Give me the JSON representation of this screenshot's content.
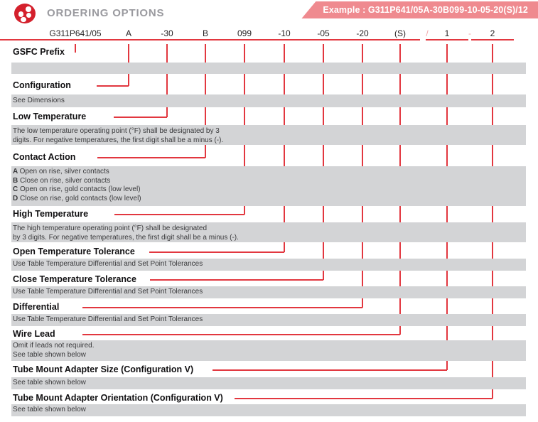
{
  "header": {
    "title": "ORDERING OPTIONS",
    "logo_icon": "four-dot-circle-logo",
    "banner_label": "Example : G311P641/05A-30B099-10-05-20(S)/12"
  },
  "code_row": {
    "segments": [
      {
        "text": "G311P641/05",
        "underlined": true
      },
      {
        "text": "A",
        "underlined": true
      },
      {
        "text": "-30",
        "underlined": true
      },
      {
        "text": "B",
        "underlined": true
      },
      {
        "text": "099",
        "underlined": true
      },
      {
        "text": "-10",
        "underlined": true
      },
      {
        "text": "-05",
        "underlined": true
      },
      {
        "text": "-20",
        "underlined": true
      },
      {
        "text": "(S)",
        "underlined": true
      },
      {
        "text": "/",
        "underlined": false
      },
      {
        "text": "1",
        "underlined": true
      },
      {
        "text": "-",
        "underlined": false
      },
      {
        "text": "2",
        "underlined": true
      }
    ]
  },
  "sections": [
    {
      "label": "GSFC Prefix",
      "description": ""
    },
    {
      "label": "Configuration",
      "description": "See Dimensions"
    },
    {
      "label": "Low Temperature",
      "description": "The low temperature operating point (°F) shall be designated by 3\ndigits. For negative temperatures, the first digit shall be a minus (-)."
    },
    {
      "label": "Contact Action",
      "options": [
        {
          "code": "A",
          "text": "Open on rise, silver contacts"
        },
        {
          "code": "B",
          "text": "Close on rise, silver contacts"
        },
        {
          "code": "C",
          "text": "Open on rise, gold contacts (low level)"
        },
        {
          "code": "D",
          "text": "Close on rise, gold contacts (low level)"
        }
      ]
    },
    {
      "label": "High Temperature",
      "description": "The high temperature operating point (°F) shall be designated\nby 3 digits. For negative temperatures, the first digit shall be a minus (-)."
    },
    {
      "label": "Open Temperature Tolerance",
      "description": "Use Table Temperature Differential and Set Point Tolerances"
    },
    {
      "label": "Close Temperature Tolerance",
      "description": "Use Table Temperature Differential and Set Point Tolerances"
    },
    {
      "label": "Differential",
      "description": "Use Table Temperature Differential and Set Point Tolerances"
    },
    {
      "label": "Wire Lead",
      "description": "Omit if leads not required.\nSee table shown below"
    },
    {
      "label": "Tube Mount Adapter Size (Configuration V)",
      "description": "See table shown below"
    },
    {
      "label": "Tube Mount Adapter Orientation (Configuration V)",
      "description": "See table shown below"
    }
  ],
  "colors": {
    "accent_red": "#e2373f",
    "logo_red": "#d4202c",
    "banner_pink": "#ef8a8f",
    "band_gray": "#d3d4d6",
    "title_gray": "#9a9a9f"
  }
}
